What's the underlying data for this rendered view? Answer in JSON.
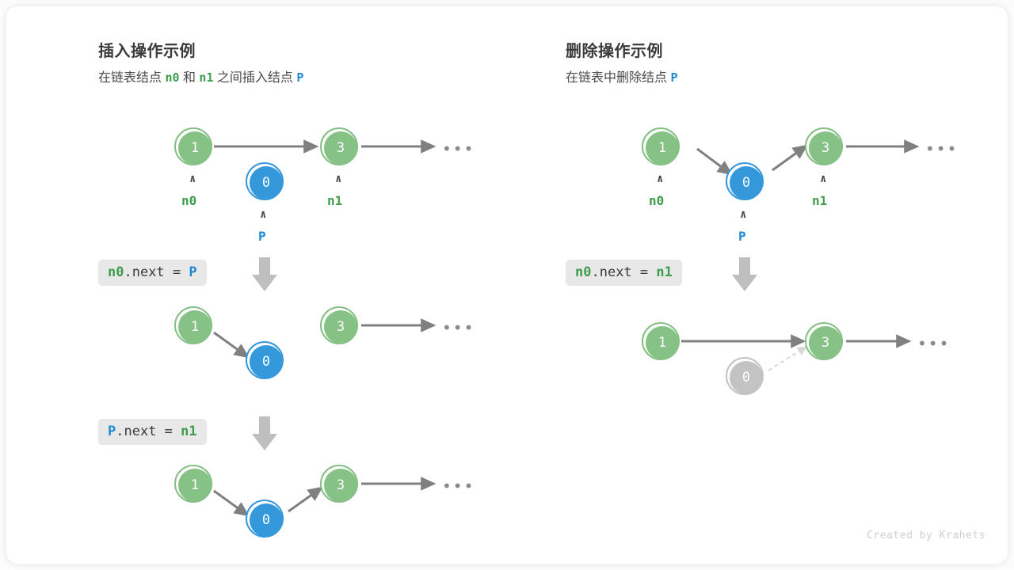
{
  "panels": [
    {
      "id": "insert",
      "title": "插入操作示例",
      "subtitle_parts": [
        {
          "t": "在链表结点 ",
          "k": "plain"
        },
        {
          "t": "n0",
          "k": "green"
        },
        {
          "t": " 和 ",
          "k": "plain"
        },
        {
          "t": "n1",
          "k": "green"
        },
        {
          "t": " 之间插入结点 ",
          "k": "plain"
        },
        {
          "t": "P",
          "k": "blue"
        }
      ],
      "subtitle_text": "在链表结点 n0 和 n1 之间插入结点 P",
      "steps": [
        {
          "code": null,
          "nodes": [
            {
              "value": "1",
              "color": "green",
              "label": "n0"
            },
            {
              "value": "0",
              "color": "blue",
              "label": "P"
            },
            {
              "value": "3",
              "color": "green",
              "label": "n1"
            }
          ],
          "ellipsis": "•••"
        },
        {
          "code": {
            "text": "n0.next = P",
            "tokens": [
              {
                "t": "n0",
                "k": "green"
              },
              {
                "t": ".next = ",
                "k": "dark"
              },
              {
                "t": "P",
                "k": "blue"
              }
            ]
          },
          "nodes": [
            {
              "value": "1",
              "color": "green",
              "label": ""
            },
            {
              "value": "0",
              "color": "blue",
              "label": ""
            },
            {
              "value": "3",
              "color": "green",
              "label": ""
            }
          ],
          "ellipsis": "•••"
        },
        {
          "code": {
            "text": "P.next = n1",
            "tokens": [
              {
                "t": "P",
                "k": "blue"
              },
              {
                "t": ".next = ",
                "k": "dark"
              },
              {
                "t": "n1",
                "k": "green"
              }
            ]
          },
          "nodes": [
            {
              "value": "1",
              "color": "green",
              "label": ""
            },
            {
              "value": "0",
              "color": "blue",
              "label": ""
            },
            {
              "value": "3",
              "color": "green",
              "label": ""
            }
          ],
          "ellipsis": "•••"
        }
      ]
    },
    {
      "id": "delete",
      "title": "删除操作示例",
      "subtitle_parts": [
        {
          "t": "在链表中删除结点 ",
          "k": "plain"
        },
        {
          "t": "P",
          "k": "blue"
        }
      ],
      "subtitle_text": "在链表中删除结点 P",
      "steps": [
        {
          "code": null,
          "nodes": [
            {
              "value": "1",
              "color": "green",
              "label": "n0"
            },
            {
              "value": "0",
              "color": "blue",
              "label": "P"
            },
            {
              "value": "3",
              "color": "green",
              "label": "n1"
            }
          ],
          "ellipsis": "•••"
        },
        {
          "code": {
            "text": "n0.next = n1",
            "tokens": [
              {
                "t": "n0",
                "k": "green"
              },
              {
                "t": ".next = ",
                "k": "dark"
              },
              {
                "t": "n1",
                "k": "green"
              }
            ]
          },
          "nodes": [
            {
              "value": "1",
              "color": "green",
              "label": ""
            },
            {
              "value": "0",
              "color": "gray",
              "label": ""
            },
            {
              "value": "3",
              "color": "green",
              "label": ""
            }
          ],
          "ellipsis": "•••"
        }
      ]
    }
  ],
  "caret_glyph": "∧",
  "credit": "Created by Krahets",
  "colors": {
    "green_fill": "#86c186",
    "green_ring": "#84bf84",
    "green_text": "#3f9e4d",
    "blue_fill": "#3498db",
    "blue_text": "#1f8ad1",
    "gray_fill": "#c3c3c3",
    "arrow": "#808080",
    "chip_bg": "#e8e8e8",
    "title": "#3b3b3b"
  }
}
